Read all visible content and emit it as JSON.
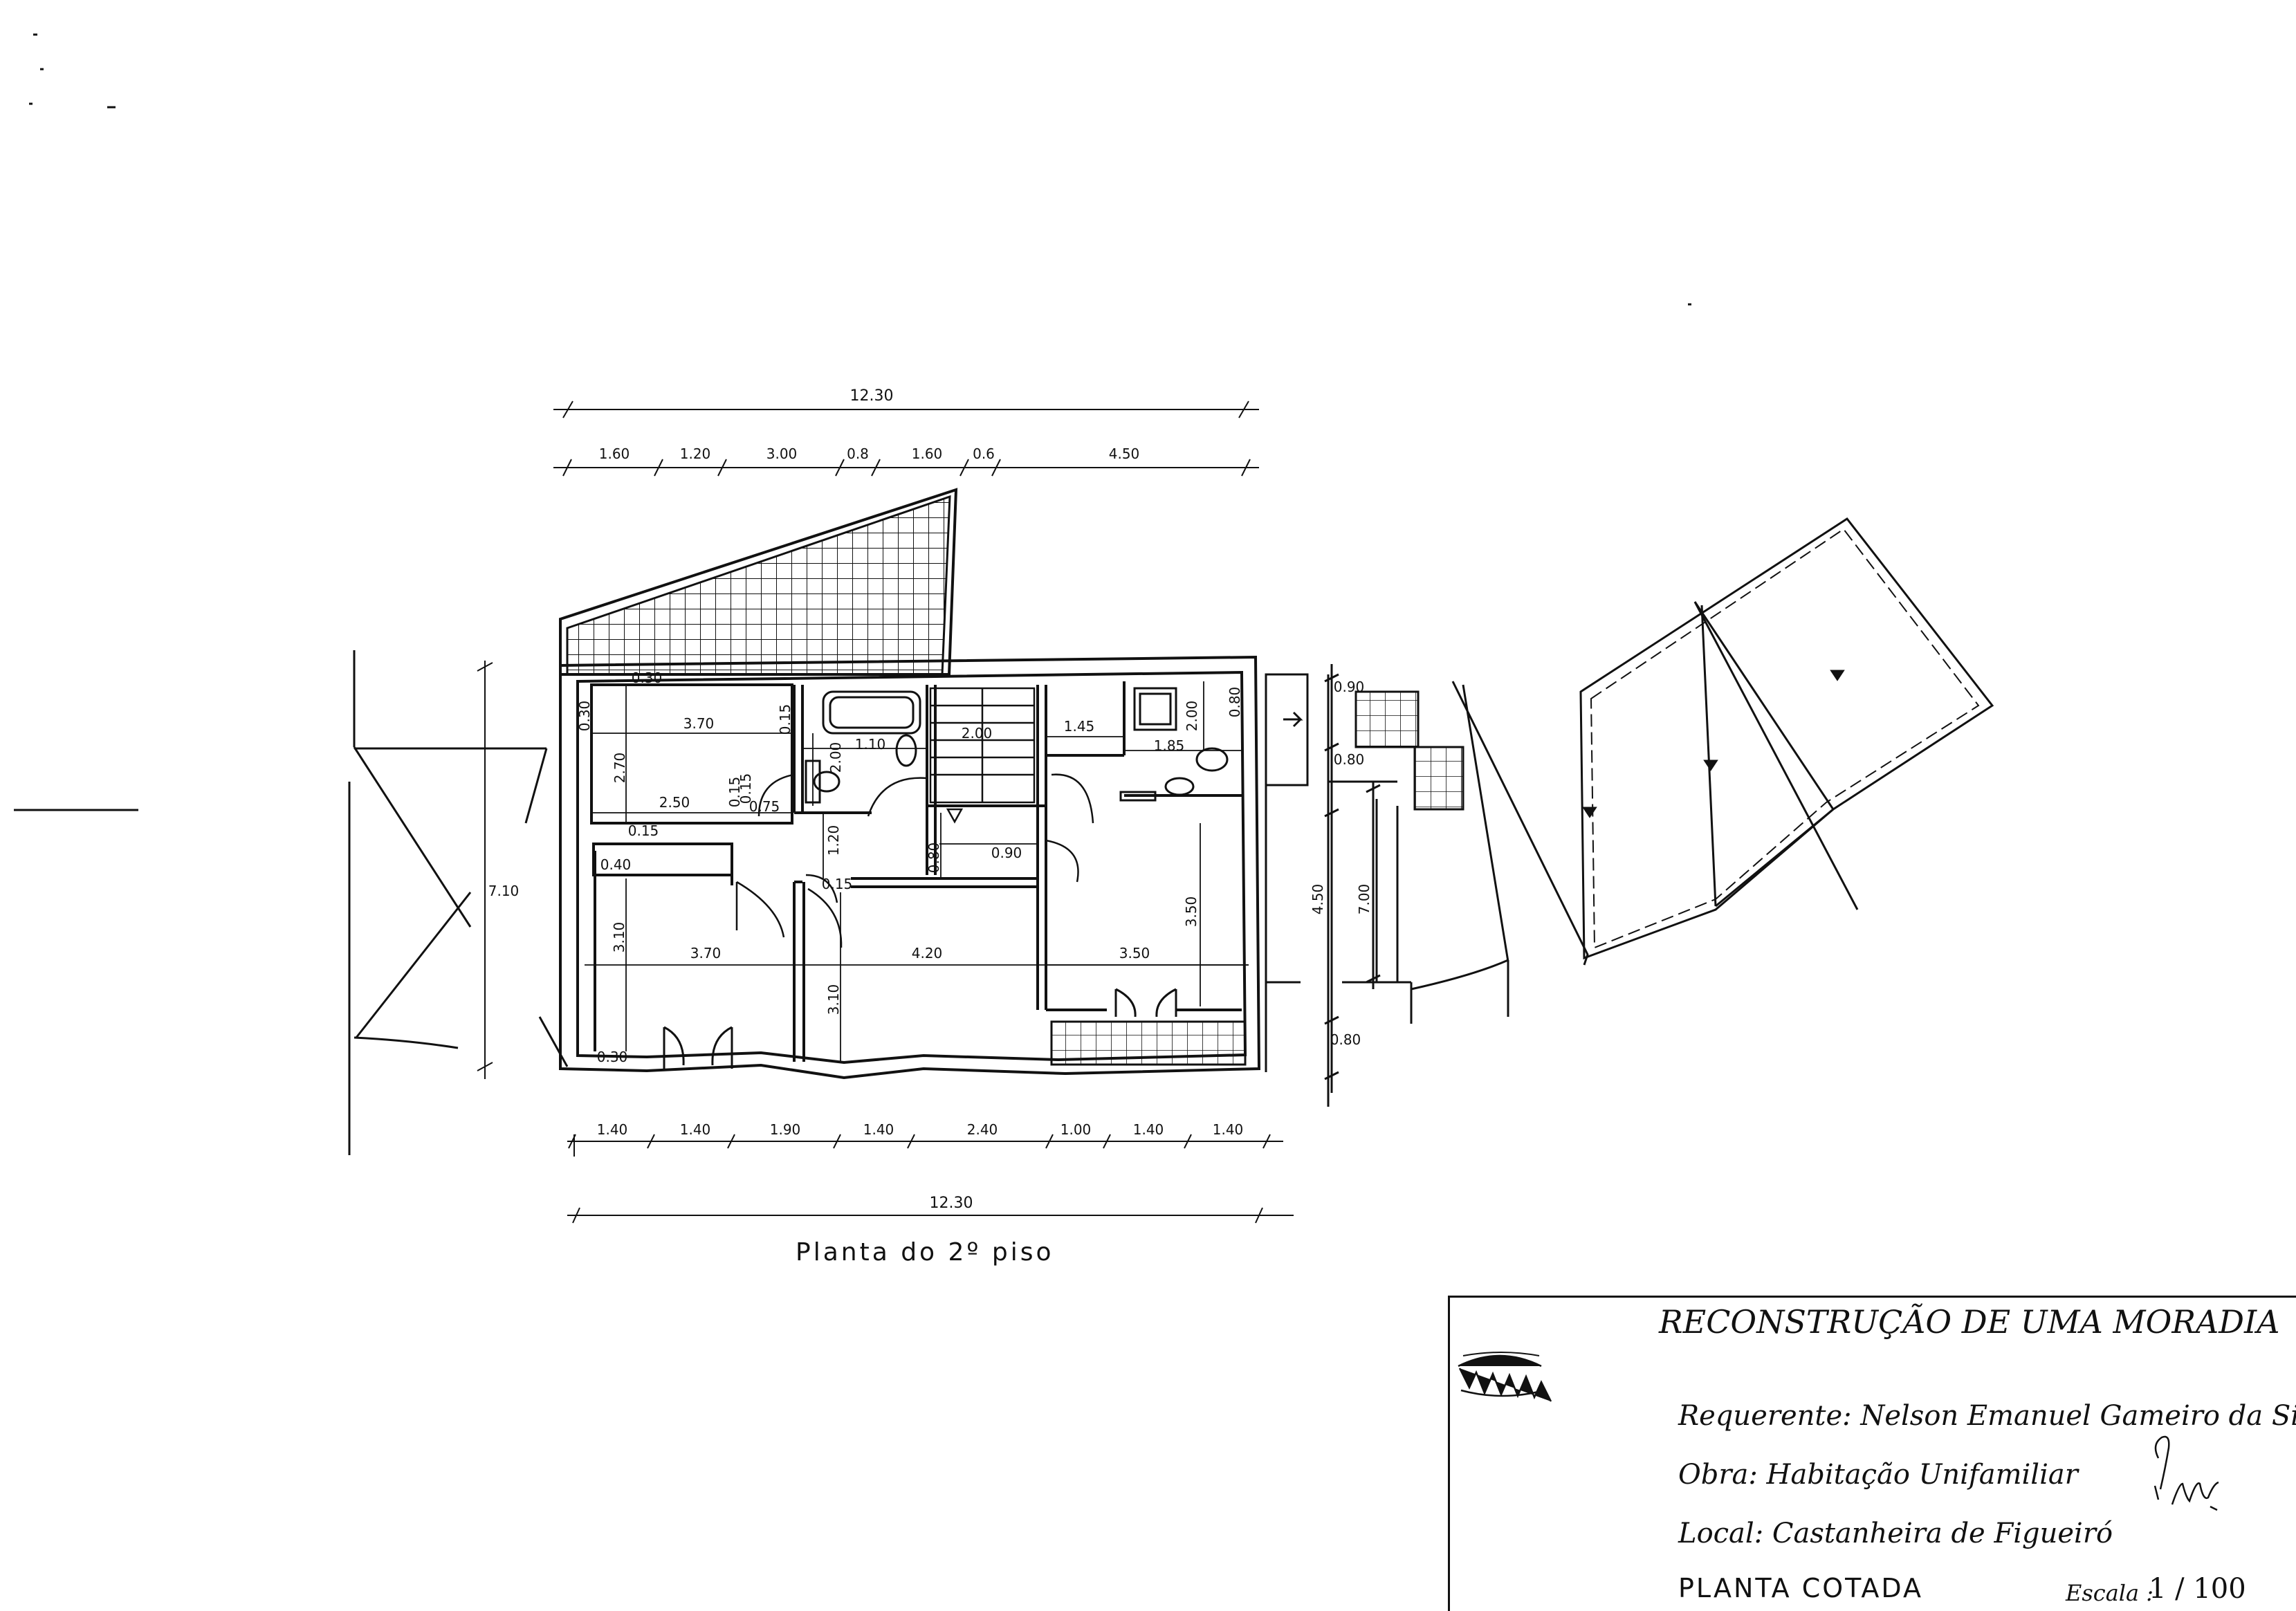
{
  "drawing": {
    "plan_title": "Planta do 2º piso",
    "dims_top": {
      "overall": "12.30",
      "segments": [
        "1.60",
        "1.20",
        "3.00",
        "0.8",
        "1.60",
        "0.6",
        "4.50"
      ]
    },
    "dims_bottom": {
      "overall": "12.30",
      "segments": [
        "1.40",
        "1.40",
        "1.90",
        "1.40",
        "2.40",
        "1.00",
        "1.40",
        "1.40"
      ]
    },
    "dims_side": {
      "left_total": "7.10",
      "right_middle": "4.50",
      "right_inner": "7.00",
      "right_top": "0.80",
      "right_bottom": "0.80",
      "right_top2": "0.90"
    },
    "room_dims": {
      "d_270": "2.70",
      "d_370a": "3.70",
      "d_250": "2.50",
      "d_030": "0.30",
      "d_030b": "0.30",
      "d_015a": "0.15",
      "d_015b": "0.15",
      "d_015c": "0.15",
      "d_015d": "0.15",
      "d_015e": "0.15",
      "d_075": "0.75",
      "d_040": "0.40",
      "d_200a": "2.00",
      "d_110": "1.10",
      "d_200b": "2.00",
      "d_145": "1.45",
      "d_200c": "2.00",
      "d_185": "1.85",
      "d_080": "0.80",
      "d_120": "1.20",
      "d_090": "0.90",
      "d_080b": "0.80",
      "d_310a": "3.10",
      "d_370b": "3.70",
      "d_420": "4.20",
      "d_310b": "3.10",
      "d_350a": "3.50",
      "d_350b": "3.50",
      "d_030c": "0.30"
    }
  },
  "title_block": {
    "title": "RECONSTRUÇÃO DE UMA MORADIA",
    "requerente": "Requerente: Nelson  Emanuel  Gameiro da Silva",
    "obra": "Obra: Habitação Unifamiliar",
    "local": "Local: Castanheira de Figueiró",
    "planta": "PLANTA   COTADA",
    "escala_label": "Escala :",
    "escala": "1 / 100"
  },
  "colors": {
    "ink": "#111111",
    "paper": "#ffffff"
  }
}
